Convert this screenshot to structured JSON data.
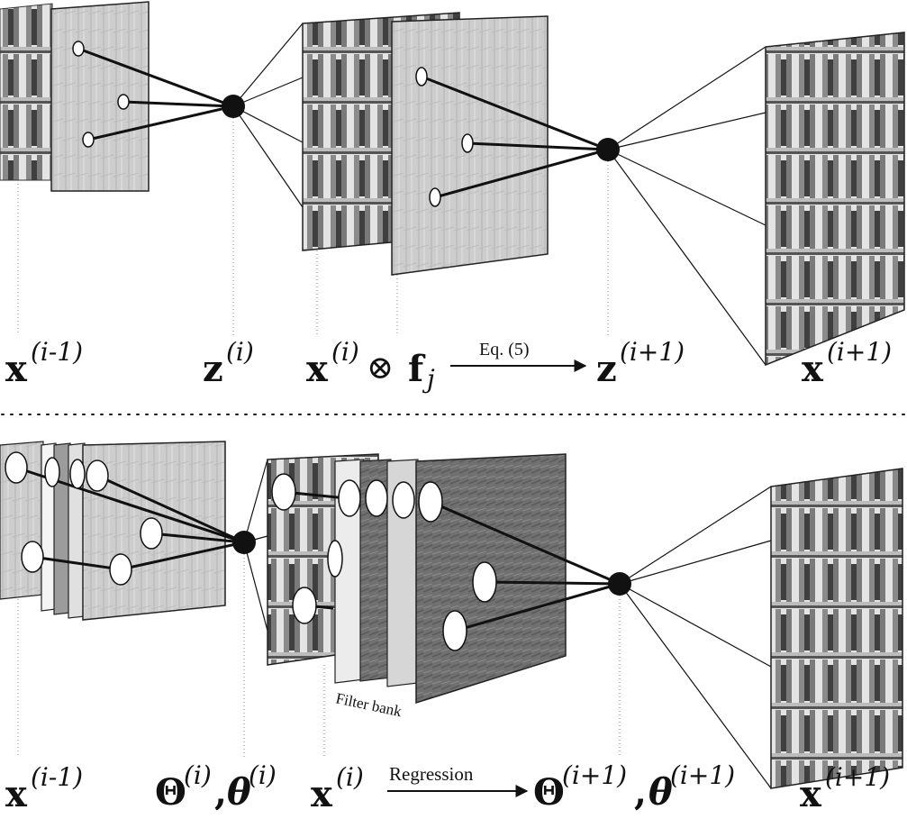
{
  "top_panel": {
    "labels": {
      "x_prev": "x",
      "x_prev_sup": "(i-1)",
      "z_i": "z",
      "z_i_sup": "(i)",
      "x_i": "x",
      "x_i_sup": "(i)",
      "otimes": "⊗",
      "f": "f",
      "f_sub": "j",
      "arrow_label": "Eq. (5)",
      "z_next": "z",
      "z_next_sup": "(i+1)",
      "x_next": "x",
      "x_next_sup": "(i+1)"
    }
  },
  "bottom_panel": {
    "labels": {
      "x_prev": "x",
      "x_prev_sup": "(i-1)",
      "theta_cap": "Θ",
      "theta_cap_sup": "(i)",
      "comma": ",",
      "theta": "θ",
      "theta_sup": "(i)",
      "x_i": "x",
      "x_i_sup": "(i)",
      "arrow_label": "Regression",
      "theta_cap_next": "Θ",
      "theta_cap_next_sup": "(i+1)",
      "comma_next": ",",
      "theta_next": "θ",
      "theta_next_sup": "(i+1)",
      "x_next": "x",
      "x_next_sup": "(i+1)",
      "filter_bank": "Filter bank"
    }
  },
  "colors": {
    "node": "#111111",
    "line": "#222222",
    "panel_light": "#c8c8c8",
    "panel_mid": "#9a9a9a",
    "panel_dark": "#6e6e6e",
    "filter_white": "#ececec",
    "building": "#e6e6e6"
  }
}
